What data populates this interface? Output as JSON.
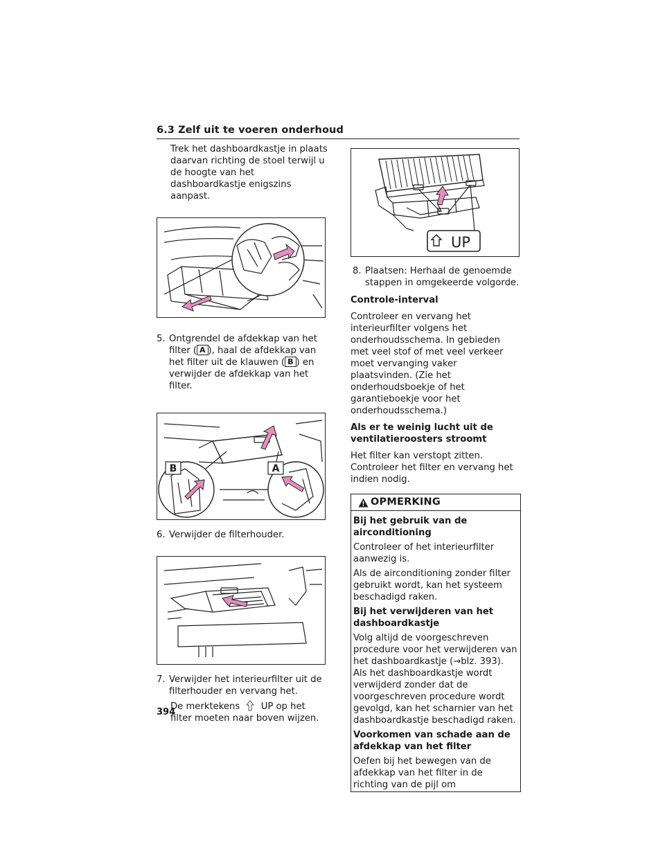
{
  "header": {
    "title": "6.3 Zelf uit te voeren onderhoud"
  },
  "left": {
    "intro": "Trek het dashboardkastje in plaats daarvan richting de stoel terwijl u de hoogte van het dashboardkastje enigszins aanpast.",
    "step5": {
      "num": "5.",
      "text_a": "Ontgrendel de afdekkap van het filter (",
      "badge_a": "A",
      "text_b": "), haal de afdekkap van het filter uit de klauwen (",
      "badge_b": "B",
      "text_c": ") en verwijder de afdekkap van het filter."
    },
    "fig2": {
      "label_b": "B",
      "label_a": "A"
    },
    "step6": {
      "num": "6.",
      "text": "Verwijder de filterhouder."
    },
    "step7": {
      "num": "7.",
      "text": "Verwijder het interieurfilter uit de filterhouder en vervang het.",
      "sub_a": "De merktekens",
      "sub_b": "UP op het filter moeten naar boven wijzen."
    }
  },
  "right": {
    "fig4": {
      "up_label": "UP"
    },
    "step8": {
      "num": "8.",
      "text": "Plaatsen: Herhaal de genoemde stappen in omgekeerde volgorde."
    },
    "interval_title": "Controle-interval",
    "interval_text": "Controleer en vervang het interieurfilter volgens het onderhoudsschema. In gebieden met veel stof of met veel verkeer moet vervanging vaker plaatsvinden. (Zie het onderhoudsboekje of het garantieboekje voor het onderhoudsschema.)",
    "airflow_title": "Als er te weinig lucht uit de ventilatieroosters stroomt",
    "airflow_text": "Het filter kan verstopt zitten. Controleer het filter en vervang het indien nodig.",
    "notice": {
      "title": "OPMERKING",
      "h1": "Bij het gebruik van de airconditioning",
      "p1a": "Controleer of het interieurfilter aanwezig is.",
      "p1b": "Als de airconditioning zonder filter gebruikt wordt, kan het systeem beschadigd raken.",
      "h2": "Bij het verwijderen van het dashboardkastje",
      "p2": "Volg altijd de voorgeschreven procedure voor het verwijderen van het dashboardkastje (→blz. 393). Als het dashboardkastje wordt verwijderd zonder dat de voorgeschreven procedure wordt gevolgd, kan het scharnier van het dashboardkastje beschadigd raken.",
      "h3": "Voorkomen van schade aan de afdekkap van het filter",
      "p3": "Oefen bij het bewegen van de afdekkap van het filter in de richting van de pijl om"
    }
  },
  "page_number": "394",
  "colors": {
    "arrow_pink": "#e48ec0",
    "line": "#222222"
  }
}
